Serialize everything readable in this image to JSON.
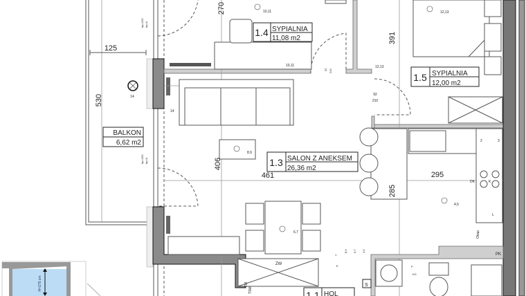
{
  "rooms": [
    {
      "number": "1.4",
      "name": "SYPIALNIA",
      "area": "11,08 m2"
    },
    {
      "number": "1.5",
      "name": "SYPIALNIA",
      "area": "12,00 m2"
    },
    {
      "number": "1.3",
      "name": "SALON Z ANEKSEM",
      "area": "26,36 m2"
    },
    {
      "number": "1.1",
      "name": "HOL"
    }
  ],
  "balcony": {
    "name": "BALKON",
    "area": "6,62 m2"
  },
  "dimensions": {
    "d125": "125",
    "d530": "530",
    "d270": "270",
    "d391": "391",
    "d406": "406",
    "d461": "461",
    "d295": "295",
    "d285": "285"
  },
  "doors": {
    "door_a": [
      "92",
      "210"
    ],
    "door_b": [
      "92",
      "210"
    ]
  },
  "windows": {
    "w1": [
      "hp=220",
      "hp=0"
    ],
    "w2": [
      "hp=220",
      "hp=0"
    ]
  },
  "circuit_labels": {
    "c1011a": "10,11",
    "c1011b": "10,11",
    "c1213a": "12,13",
    "c1213b": "12,13",
    "c14a": "14",
    "c14b": "14",
    "c89": "8,9",
    "c67": "6,7",
    "c45": "4,5",
    "s1": "1",
    "s89": "8,9",
    "s67": "6,7",
    "s45": "4,5",
    "sE": "E",
    "k2": "2",
    "k3": "3",
    "kL": "L"
  },
  "appliance_labels": {
    "ok": "OK",
    "k": "K",
    "okap": "Okap",
    "pk": "PK",
    "zw": "ZW",
    "tm": "TM",
    "tsm": "TSM",
    "s": "S",
    "p": "P",
    "kg": "KG"
  },
  "section_thumbnail": {
    "height_label": "H=275 cm",
    "fill_color": "#bcdcf5"
  },
  "colors": {
    "wall": "#8a8a8a",
    "line": "#555555"
  }
}
